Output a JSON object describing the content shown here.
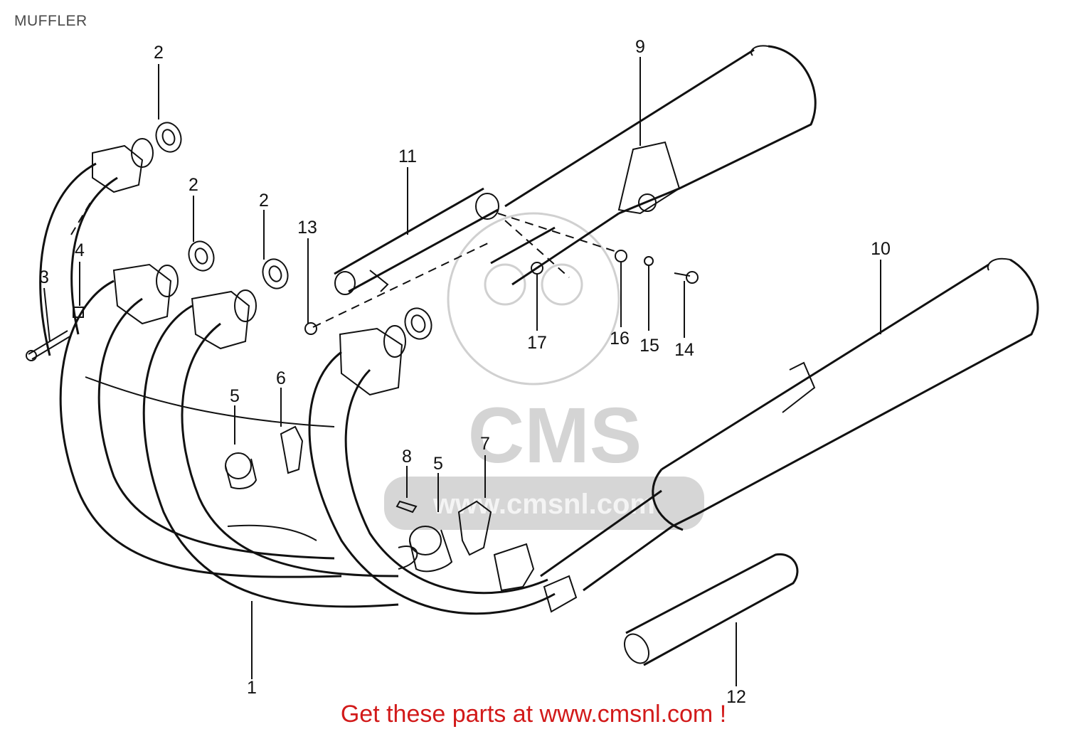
{
  "page": {
    "title": "MUFFLER",
    "cta": "Get these parts at www.cmsnl.com !"
  },
  "watermark": {
    "brand": "CMS",
    "url": "www.cmsnl.com"
  },
  "colors": {
    "cta": "#d21a1a",
    "line": "#111111",
    "watermark": "#d9d9d9"
  },
  "callouts": [
    {
      "id": "c1",
      "text": "1"
    },
    {
      "id": "c2a",
      "text": "2"
    },
    {
      "id": "c2b",
      "text": "2"
    },
    {
      "id": "c2c",
      "text": "2"
    },
    {
      "id": "c3",
      "text": "3"
    },
    {
      "id": "c4",
      "text": "4"
    },
    {
      "id": "c5a",
      "text": "5"
    },
    {
      "id": "c5b",
      "text": "5"
    },
    {
      "id": "c6",
      "text": "6"
    },
    {
      "id": "c7",
      "text": "7"
    },
    {
      "id": "c8",
      "text": "8"
    },
    {
      "id": "c9",
      "text": "9"
    },
    {
      "id": "c10",
      "text": "10"
    },
    {
      "id": "c11",
      "text": "11"
    },
    {
      "id": "c12",
      "text": "12"
    },
    {
      "id": "c13",
      "text": "13"
    },
    {
      "id": "c14",
      "text": "14"
    },
    {
      "id": "c15",
      "text": "15"
    },
    {
      "id": "c16",
      "text": "16"
    },
    {
      "id": "c17",
      "text": "17"
    }
  ]
}
